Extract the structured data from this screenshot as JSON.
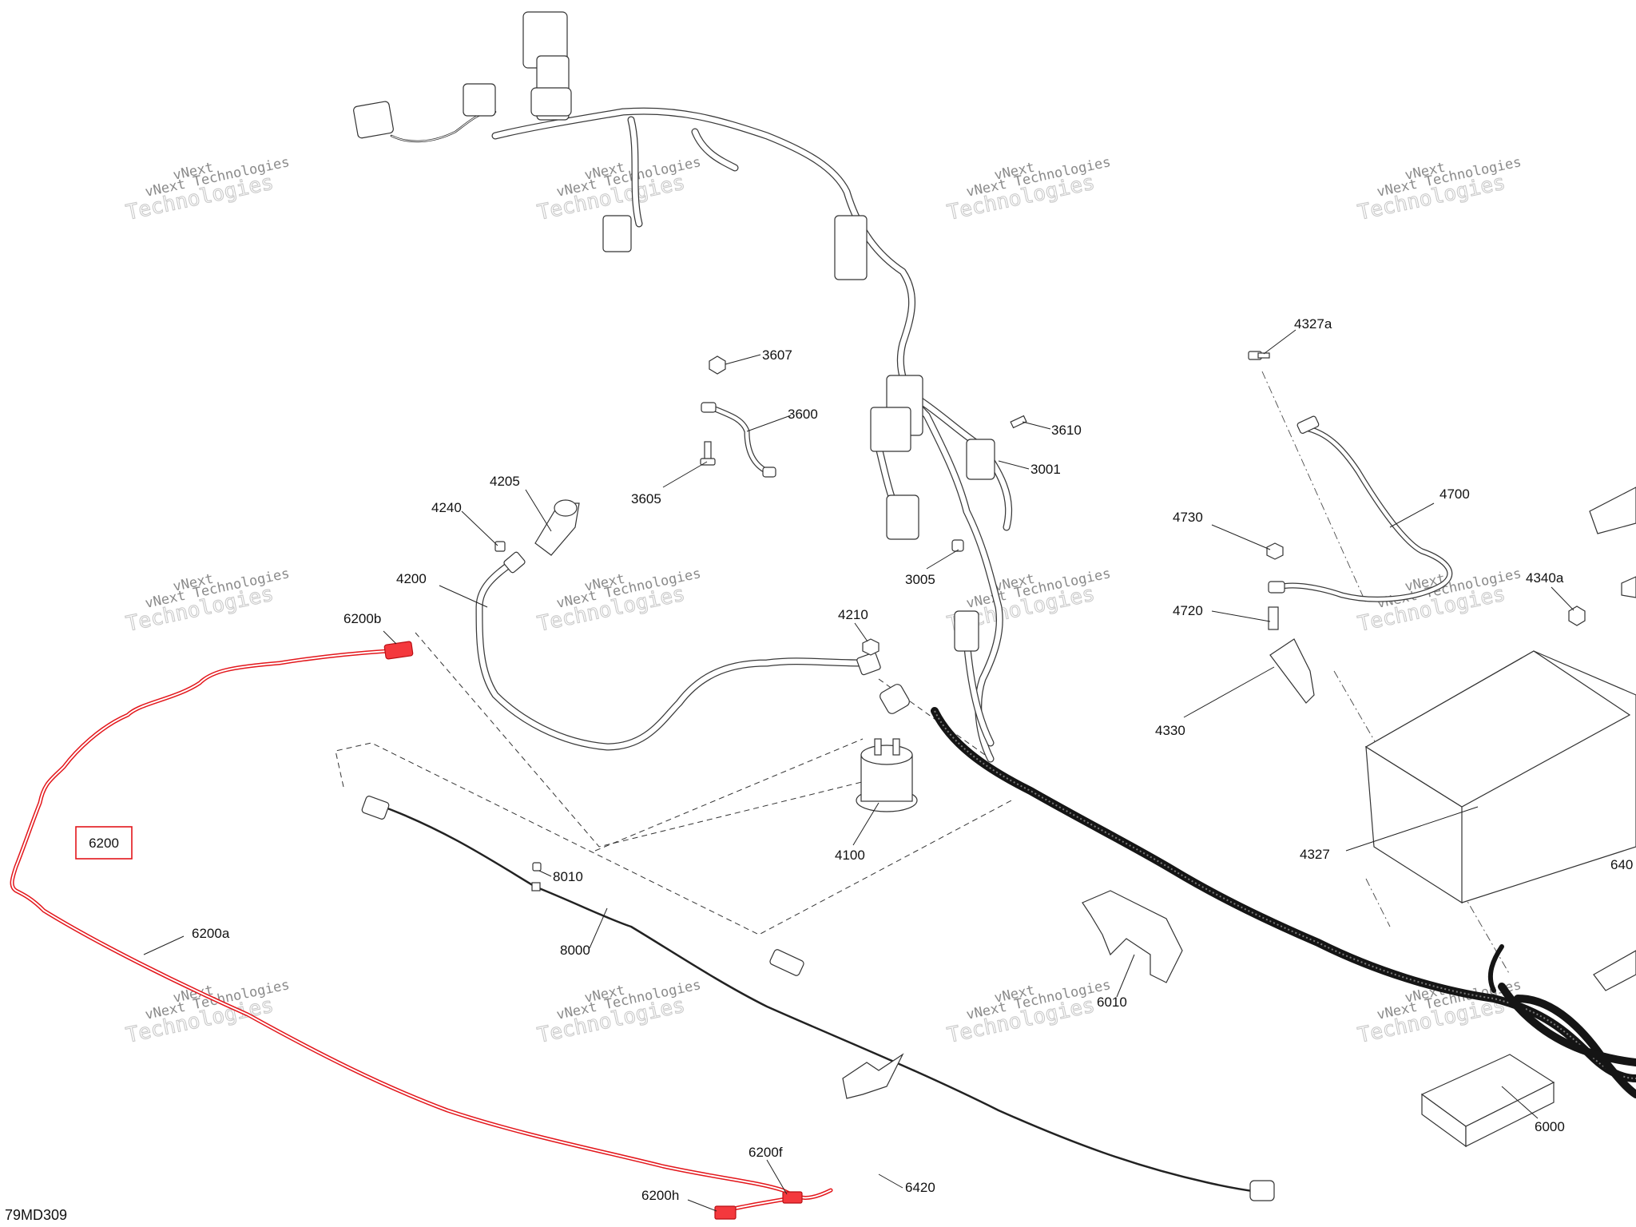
{
  "diagram_code": "79MD309",
  "highlight_color": "#e3161b",
  "highlight_box_label": "6200",
  "watermark": {
    "line1": "vNext Technologies",
    "line2": "Technologies",
    "small_top": "vNext"
  },
  "callouts": {
    "c3607": "3607",
    "c3600": "3600",
    "c3605": "3605",
    "c3610": "3610",
    "c3001": "3001",
    "c3005": "3005",
    "c4205": "4205",
    "c4240": "4240",
    "c4200": "4200",
    "c4210": "4210",
    "c4100": "4100",
    "c6200b": "6200b",
    "c6200a": "6200a",
    "c6200f": "6200f",
    "c6200h": "6200h",
    "c6420": "6420",
    "c8010": "8010",
    "c8000": "8000",
    "c6010": "6010",
    "c6000": "6000",
    "c4327a": "4327a",
    "c4327": "4327",
    "c4700": "4700",
    "c4730": "4730",
    "c4720": "4720",
    "c4330": "4330",
    "c4340a": "4340a",
    "c640": "640"
  }
}
